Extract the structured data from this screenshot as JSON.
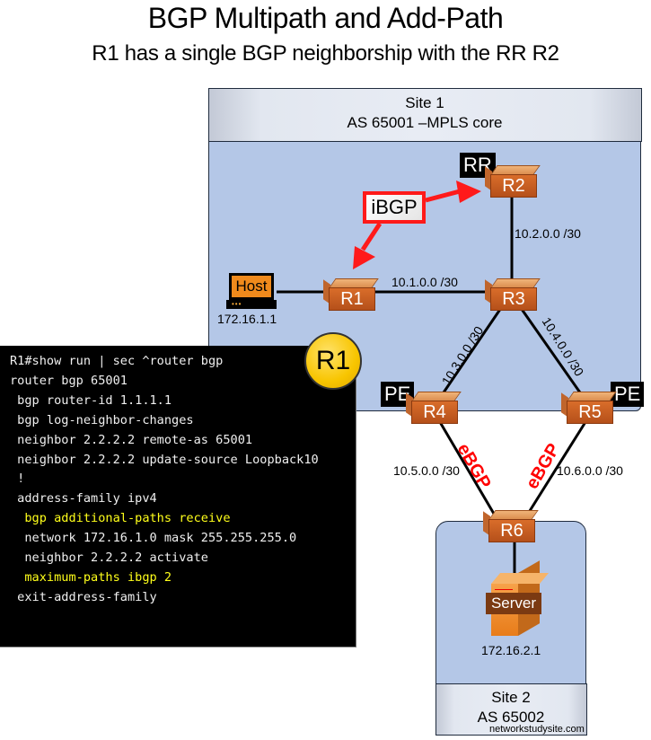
{
  "title": "BGP Multipath and Add-Path",
  "subtitle": "R1 has a single BGP neighborship with the RR R2",
  "site1": {
    "line1": "Site 1",
    "line2": "AS 65001 –MPLS core"
  },
  "site2": {
    "line1": "Site 2",
    "line2": "AS 65002"
  },
  "routers": {
    "r1": "R1",
    "r2": "R2",
    "r3": "R3",
    "r4": "R4",
    "r5": "R5",
    "r6": "R6"
  },
  "tags": {
    "rr": "RR",
    "pe_left": "PE",
    "pe_right": "PE"
  },
  "ibgp_label": "iBGP",
  "ebgp_labels": [
    "eBGP",
    "eBGP"
  ],
  "links": {
    "r1_r3": "10.1.0.0 /30",
    "r2_r3": "10.2.0.0 /30",
    "r3_r4": "10.3.0.0 /30",
    "r3_r5": "10.4.0.0 /30",
    "r4_r6": "10.5.0.0 /30",
    "r5_r6": "10.6.0.0 /30"
  },
  "host": {
    "label": "Host",
    "ip": "172.16.1.1",
    "icon": "laptop-icon"
  },
  "server": {
    "label": "Server",
    "ip": "172.16.2.1",
    "icon": "server-icon"
  },
  "badge": "R1",
  "terminal": {
    "lines": [
      {
        "text": "R1#show run | sec ^router bgp",
        "highlight": false
      },
      {
        "text": "router bgp 65001",
        "highlight": false
      },
      {
        "text": " bgp router-id 1.1.1.1",
        "highlight": false
      },
      {
        "text": " bgp log-neighbor-changes",
        "highlight": false
      },
      {
        "text": " neighbor 2.2.2.2 remote-as 65001",
        "highlight": false
      },
      {
        "text": " neighbor 2.2.2.2 update-source Loopback10",
        "highlight": false
      },
      {
        "text": " !",
        "highlight": false
      },
      {
        "text": " address-family ipv4",
        "highlight": false
      },
      {
        "text": "  bgp additional-paths receive",
        "highlight": true
      },
      {
        "text": "  network 172.16.1.0 mask 255.255.255.0",
        "highlight": false
      },
      {
        "text": "  neighbor 2.2.2.2 activate",
        "highlight": false
      },
      {
        "text": "  maximum-paths ibgp 2",
        "highlight": true
      },
      {
        "text": " exit-address-family",
        "highlight": false
      }
    ]
  },
  "colors": {
    "highlight": "#ffff1a",
    "ibgp": "#ff1a1a",
    "ebgp": "#ff0000",
    "site_fill": "#b4c7e7",
    "router": "#d96d2a"
  },
  "watermark": "networkstudysite.com"
}
